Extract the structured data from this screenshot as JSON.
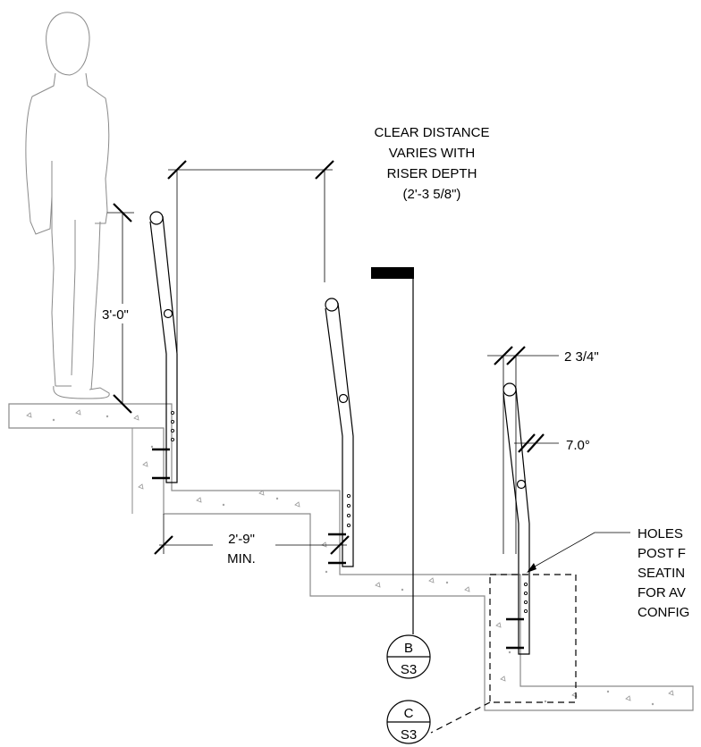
{
  "labels": {
    "clear_distance": [
      "CLEAR DISTANCE",
      "VARIES WITH",
      "RISER DEPTH",
      "(2'-3 5/8\")"
    ],
    "height": "3'-0\"",
    "tread": [
      "2'-9\"",
      "MIN."
    ],
    "post_width": "2 3/4\"",
    "angle": "7.0°",
    "holes_note": [
      "HOLES",
      "POST F",
      "SEATIN",
      "FOR AV",
      "CONFIG"
    ]
  },
  "section_tags": [
    {
      "letter": "B",
      "sheet": "S3"
    },
    {
      "letter": "C",
      "sheet": "S3"
    }
  ]
}
